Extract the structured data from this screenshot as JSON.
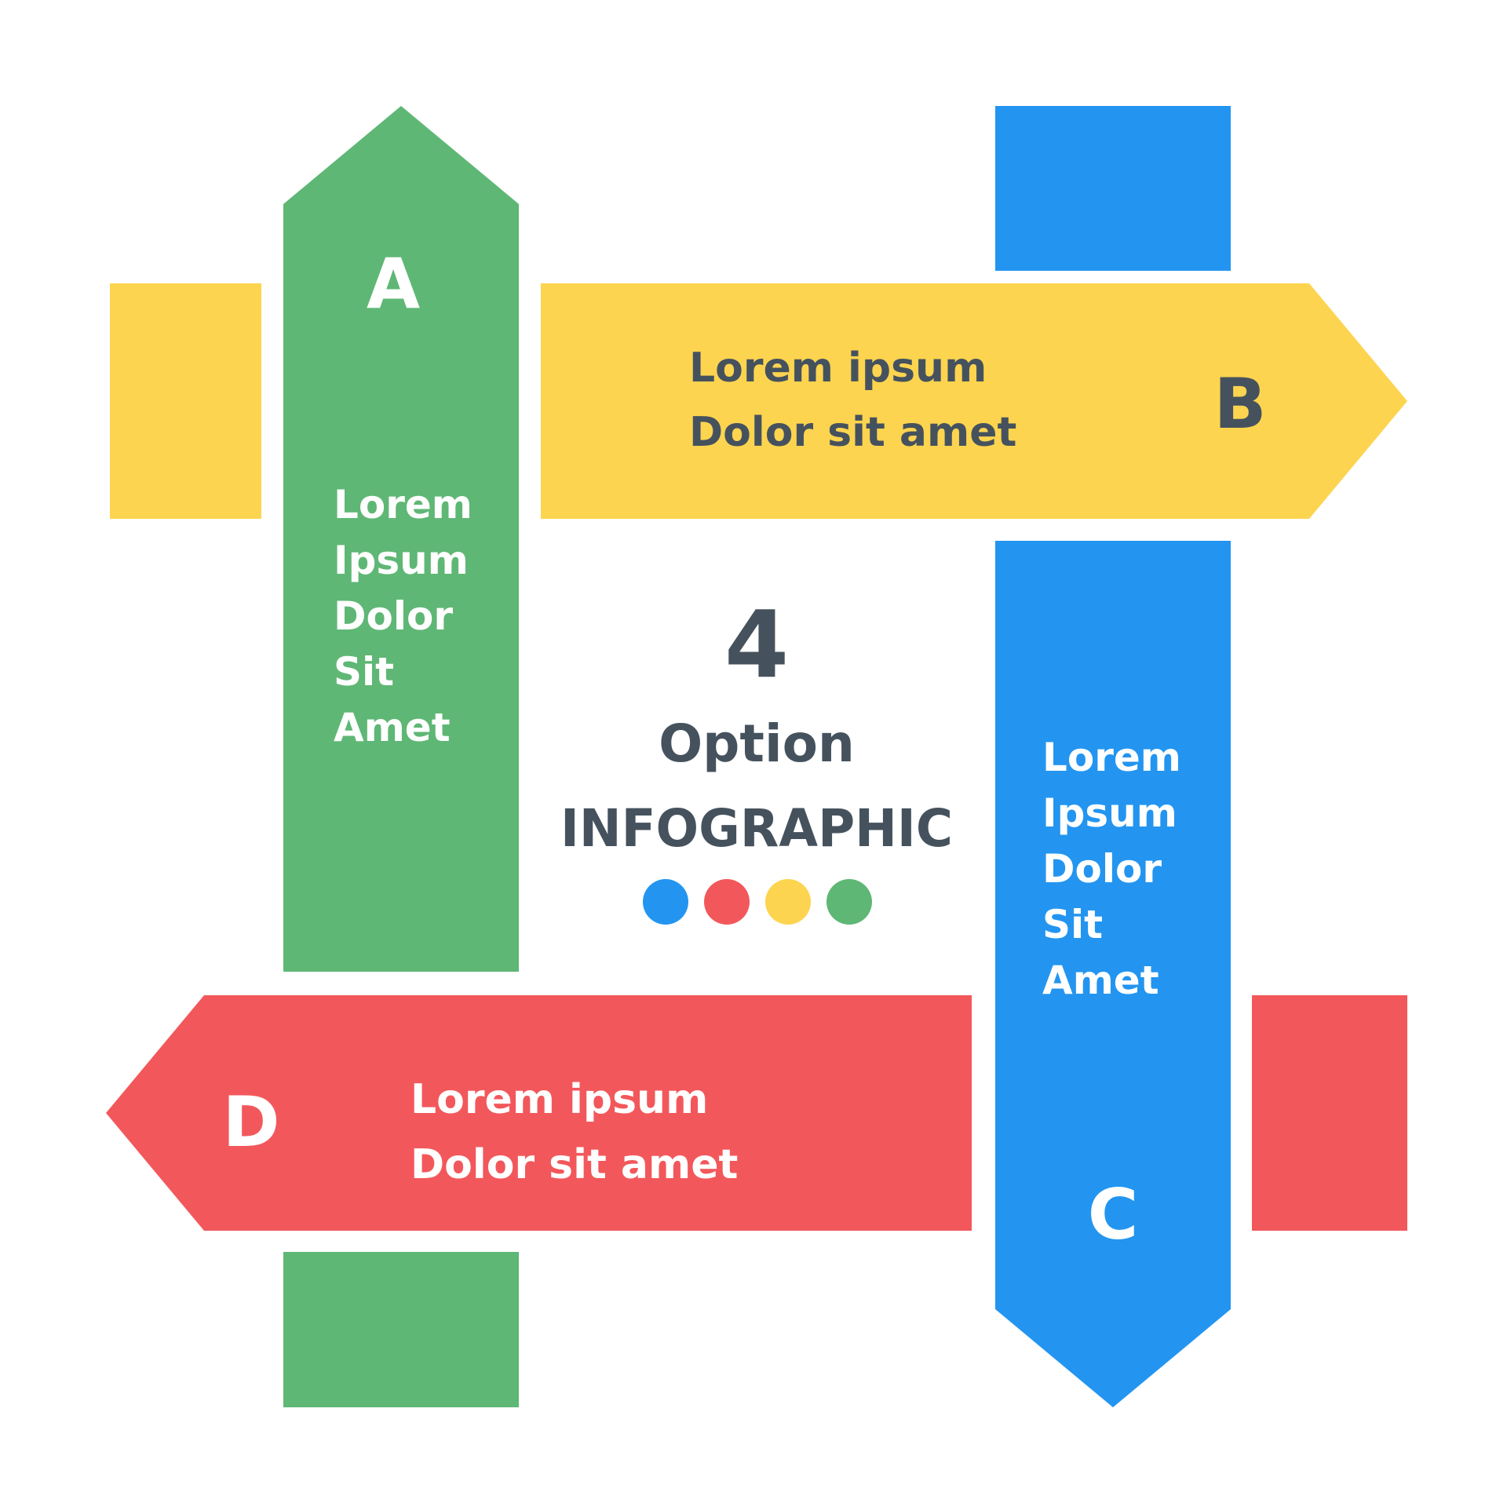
{
  "colors": {
    "green": "#5fb775",
    "yellow": "#fdd44f",
    "blue": "#2395f0",
    "red": "#f2585b",
    "dark_text": "#45525e",
    "light_text": "#ffffff"
  },
  "center": {
    "number": "4",
    "option": "Option",
    "title": "INFOGRAPHIC",
    "dots": [
      "blue",
      "red",
      "yellow",
      "green"
    ]
  },
  "options": {
    "a": {
      "letter": "A",
      "lines": [
        "Lorem",
        "Ipsum",
        "Dolor",
        "Sit",
        "Amet"
      ],
      "color": "green",
      "direction": "up"
    },
    "b": {
      "letter": "B",
      "lines": [
        "Lorem ipsum",
        "Dolor sit amet"
      ],
      "color": "yellow",
      "direction": "right"
    },
    "c": {
      "letter": "C",
      "lines": [
        "Lorem",
        "Ipsum",
        "Dolor",
        "Sit",
        "Amet"
      ],
      "color": "blue",
      "direction": "down"
    },
    "d": {
      "letter": "D",
      "lines": [
        "Lorem ipsum",
        "Dolor sit amet"
      ],
      "color": "red",
      "direction": "left"
    }
  }
}
